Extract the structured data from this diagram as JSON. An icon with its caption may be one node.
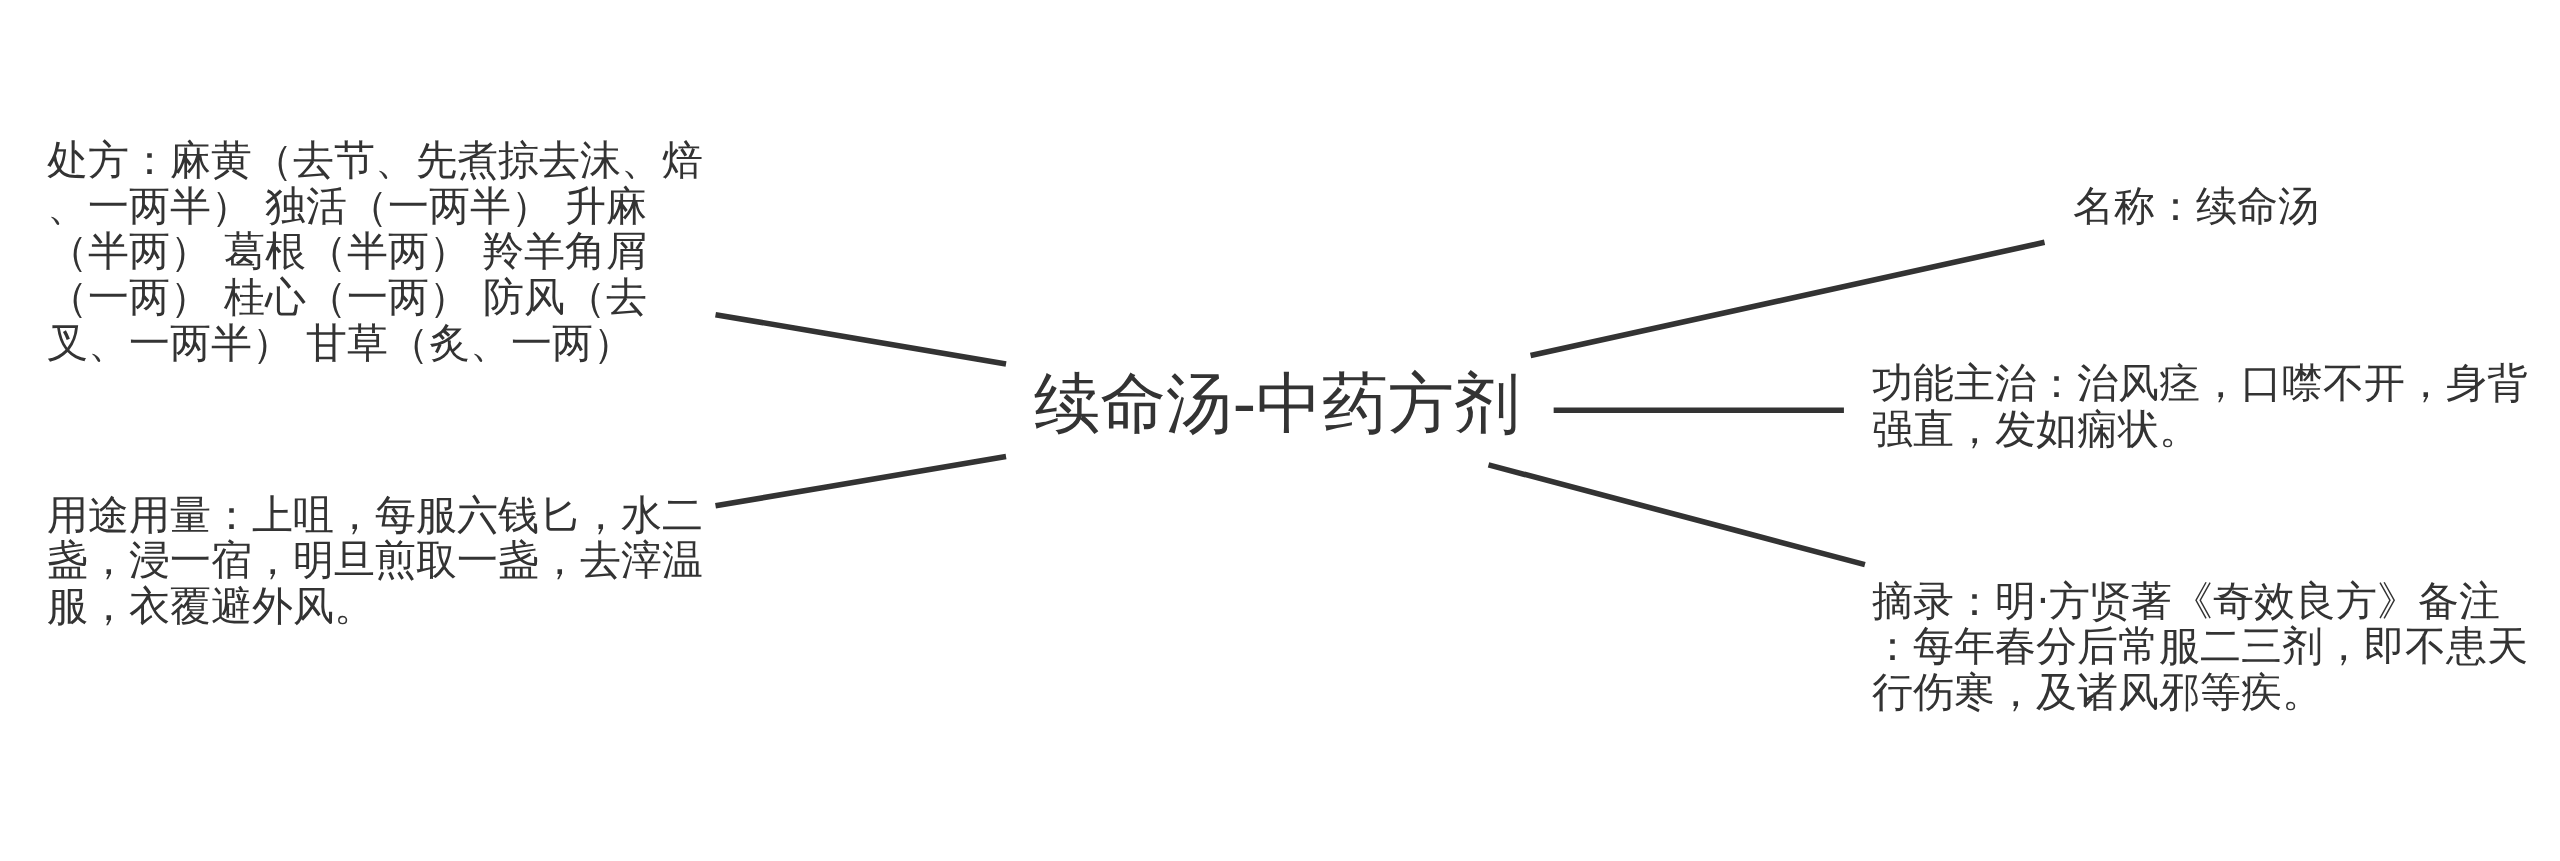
{
  "diagram": {
    "nodes": [
      {
        "text": [
          "续命汤-中药方剂"
        ]
      },
      {
        "text": [
          "名称：续命汤"
        ]
      },
      {
        "text": [
          "功能主治：治风痉，口噤不开，身背强直，发如痫状。"
        ]
      },
      {
        "text": [
          "摘录：明·方贤著《奇效良方》备注：每年春分后常服二三剂，即不患天行伤寒，及诸风邪等疾。"
        ]
      },
      {
        "text": [
          "处方：麻黄（去节、先煮掠去沫、焙、一两半） 独活（一两半） 升麻（半两） 葛根（半两） 羚羊角屑（一两） 桂心（一两） 防风（去叉、一两半） 甘草（炙、一两）"
        ]
      },
      {
        "text": [
          "用途用量：上咀，每服六钱匕，水二盏，浸一宿，明旦煎取一盏，去滓温服，衣覆避外风。"
        ]
      }
    ],
    "edges": [
      {
        "from": 0,
        "to": 1,
        "arrow": "none"
      },
      {
        "from": 0,
        "to": 2,
        "arrow": "none"
      },
      {
        "from": 0,
        "to": 3,
        "arrow": "none"
      },
      {
        "from": 4,
        "to": 0,
        "arrow": "none"
      },
      {
        "from": 5,
        "to": 0,
        "arrow": "none"
      }
    ]
  }
}
